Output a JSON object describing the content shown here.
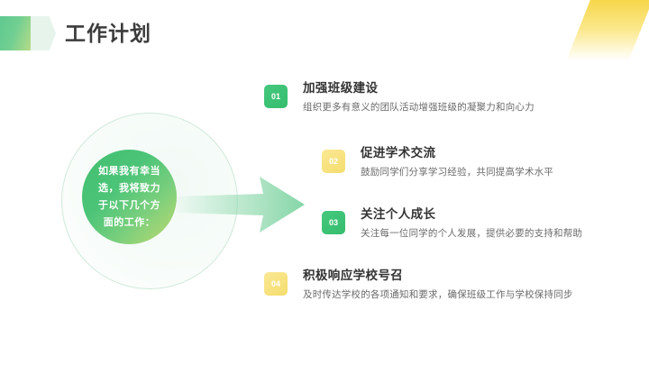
{
  "slide": {
    "header": {
      "title": "工作计划"
    },
    "bubble": {
      "text": "如果我有幸当选，我将致力于以下几个方面的工作："
    },
    "items": [
      {
        "number": "01",
        "title": "加强班级建设",
        "desc": "组织更多有意义的团队活动增强班级的凝聚力和向心力",
        "color": "#3cc87a"
      },
      {
        "number": "02",
        "title": "促进学术交流",
        "desc": "鼓励同学们分享学习经验，共同提高学术水平",
        "color": "#f5e07a"
      },
      {
        "number": "03",
        "title": "关注个人成长",
        "desc": "关注每一位同学的个人发展，提供必要的支持和帮助",
        "color": "#3cc87a"
      },
      {
        "number": "04",
        "title": "积极响应学校号召",
        "desc": "及时传达学校的各项通知和要求，确保班级工作与学校保持同步",
        "color": "#f5e07a"
      }
    ],
    "decor": {
      "corner_color": "#f7d64b",
      "chevron_color": "#5ec98f",
      "arrow_color": "#8fd9ad"
    }
  }
}
